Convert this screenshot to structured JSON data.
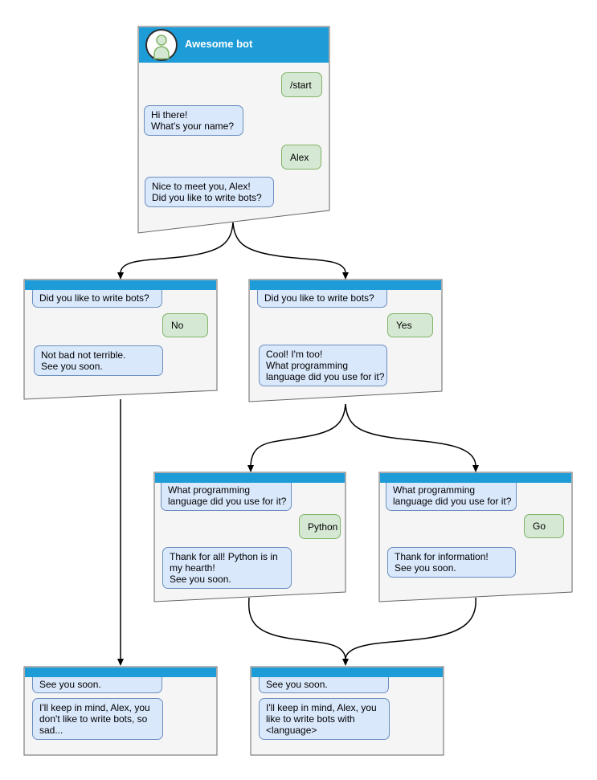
{
  "diagram_type": "chatbot-conversation-flow",
  "colors": {
    "header_blue": "#1E9CD8",
    "window_fill": "#F5F5F5",
    "window_border": "#666666",
    "bot_bubble_fill": "#DAE8FC",
    "bot_bubble_border": "#6C8EBF",
    "user_bubble_fill": "#D5E8D4",
    "user_bubble_border": "#82B366"
  },
  "windows": [
    {
      "id": "start",
      "title": "Awesome bot",
      "messages": [
        {
          "side": "user",
          "text": "/start"
        },
        {
          "side": "bot",
          "text": "Hi there!\nWhat's your name?"
        },
        {
          "side": "user",
          "text": "Alex"
        },
        {
          "side": "bot",
          "text": "Nice to meet you, Alex!\nDid you like to write bots?"
        }
      ]
    },
    {
      "id": "branch-no",
      "messages": [
        {
          "side": "bot",
          "text": "Did you like to write bots?"
        },
        {
          "side": "user",
          "text": "No"
        },
        {
          "side": "bot",
          "text": "Not bad not terrible.\nSee you soon."
        }
      ]
    },
    {
      "id": "branch-yes",
      "messages": [
        {
          "side": "bot",
          "text": "Did you like to write bots?"
        },
        {
          "side": "user",
          "text": "Yes"
        },
        {
          "side": "bot",
          "text": "Cool! I'm too!\nWhat programming\nlanguage did you use for it?"
        }
      ]
    },
    {
      "id": "lang-python",
      "messages": [
        {
          "side": "bot",
          "text": "What programming\nlanguage did you use for it?"
        },
        {
          "side": "user",
          "text": "Python"
        },
        {
          "side": "bot",
          "text": "Thank for all! Python is in\nmy hearth!\nSee you soon."
        }
      ]
    },
    {
      "id": "lang-go",
      "messages": [
        {
          "side": "bot",
          "text": "What programming\nlanguage did you use for it?"
        },
        {
          "side": "user",
          "text": "Go"
        },
        {
          "side": "bot",
          "text": "Thank for information!\nSee you soon."
        }
      ]
    },
    {
      "id": "end-no",
      "messages": [
        {
          "side": "bot",
          "text": "See you soon."
        },
        {
          "side": "bot",
          "text": "I'll keep in mind, Alex, you\ndon't like to write bots, so\nsad..."
        }
      ]
    },
    {
      "id": "end-yes",
      "messages": [
        {
          "side": "bot",
          "text": "See you soon."
        },
        {
          "side": "bot",
          "text": "I'll keep in mind, Alex, you\nlike to write bots with\n<language>"
        }
      ]
    }
  ]
}
